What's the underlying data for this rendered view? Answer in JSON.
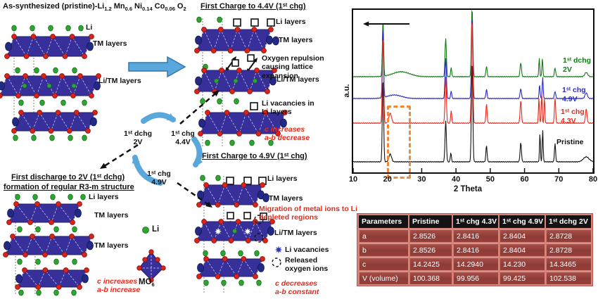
{
  "pristine_panel": {
    "title_prefix": "As-synthesized (pristine)-Li",
    "f1": "1.2",
    "e2": "Mn",
    "f2": "0.6",
    "e3": "Ni",
    "f3": "0.14",
    "e4": "Co",
    "f4": "0.06",
    "e5": "O",
    "f5": "2",
    "label_li": "Li",
    "label_tm": "TM layers",
    "label_litm": "Li/TM layers"
  },
  "charge44_panel": {
    "title": "First Charge to 4.4V (1ˢᵗ chg)",
    "label_li_layers": "Li layers",
    "label_tm": "TM layers",
    "oxygen_note": "Oxygen repulsion causing lattice expansion",
    "label_litm": "Li/TM layers",
    "vacancy_note": "Li vacancies in Li layers",
    "note_c": "c increases",
    "note_ab": "a-b decrease"
  },
  "discharge_panel": {
    "title_line1": "First discharge to 2V (1ˢᵗ dchg)",
    "title_line2": "formation of regular R3-m structure",
    "label_li_layers": "Li layers",
    "label_tm1": "TM layers",
    "label_tm2": "TM layers",
    "note_c": "c increases",
    "note_ab": "a-b increase",
    "legend_li": "Li",
    "legend_mo": "MO",
    "legend_mo_sub": "6"
  },
  "charge49_panel": {
    "title": "First Charge to 4.9V (1ˢᵗ chg)",
    "label_li_layers": "Li layers",
    "label_tm": "TM layers",
    "migration_note": "Migration of metal ions to Li depleted regions",
    "label_litm": "Li/TM layers",
    "legend_vacancies": "Li vacancies",
    "legend_released": "Released oxygen ions",
    "note_c": "c decreases",
    "note_ab": "a-b constant"
  },
  "cycle": {
    "dchg2_line1": "1ˢᵗ dchg",
    "dchg2_line2": "2V",
    "chg44_line1": "1ˢᵗ chg",
    "chg44_line2": "4.4V",
    "chg49_line1": "1ˢᵗ chg",
    "chg49_line2": "4.9V"
  },
  "chart_data": {
    "type": "line",
    "xlabel": "2 Theta",
    "ylabel": "a.u.",
    "xlim": [
      10,
      80
    ],
    "x_ticks": [
      10,
      20,
      30,
      40,
      50,
      60,
      70,
      80
    ],
    "grid": false,
    "legend_position": "right-inline",
    "scan_direction": "left-arrow",
    "highlight_region_2theta": [
      20.3,
      25.7
    ],
    "highlight_color": "#ef8a3a",
    "peaks_format": "[two_theta, relative_intensity, peak_width]",
    "series": [
      {
        "name": "1ˢᵗ dchg 2V",
        "label_line1": "1ˢᵗ dchg",
        "label_line2": "2V",
        "color": "#157a15",
        "peaks": [
          [
            18.7,
            80,
            0.25
          ],
          [
            24,
            7,
            3.5
          ],
          [
            37,
            55,
            0.28
          ],
          [
            38.6,
            13,
            0.22
          ],
          [
            44.7,
            98,
            0.28
          ],
          [
            48.9,
            15,
            0.25
          ],
          [
            58.9,
            20,
            0.28
          ],
          [
            64.3,
            26,
            0.2
          ],
          [
            65.2,
            26,
            0.2
          ],
          [
            68.9,
            12,
            0.28
          ],
          [
            78,
            6,
            0.6
          ]
        ]
      },
      {
        "name": "1ˢᵗ chg 4.9V",
        "label_line1": "1ˢᵗ chg",
        "label_line2": "4.9V",
        "color": "#2b2bc4",
        "peaks": [
          [
            18.7,
            100,
            0.25
          ],
          [
            22,
            5,
            3
          ],
          [
            37,
            58,
            0.28
          ],
          [
            38.6,
            11,
            0.22
          ],
          [
            44.7,
            118,
            0.28
          ],
          [
            48.9,
            13,
            0.25
          ],
          [
            58.9,
            14,
            0.28
          ],
          [
            64.4,
            20,
            0.2
          ],
          [
            65.3,
            30,
            0.2
          ],
          [
            68.9,
            10,
            0.28
          ],
          [
            78,
            8,
            0.5
          ]
        ]
      },
      {
        "name": "1ˢᵗ chg 4.3V",
        "label_line1": "1ˢᵗ chg",
        "label_line2": "4.3V",
        "color": "#e8291c",
        "peaks": [
          [
            18.7,
            125,
            0.27
          ],
          [
            20.8,
            14,
            0.55
          ],
          [
            37,
            66,
            0.28
          ],
          [
            38.6,
            18,
            0.22
          ],
          [
            44.7,
            150,
            0.28
          ],
          [
            48.9,
            27,
            0.25
          ],
          [
            58.9,
            32,
            0.28
          ],
          [
            64.2,
            36,
            0.19
          ],
          [
            65,
            42,
            0.19
          ],
          [
            65.8,
            36,
            0.19
          ],
          [
            68.9,
            36,
            0.24
          ],
          [
            78,
            20,
            0.32
          ]
        ]
      },
      {
        "name": "Pristine",
        "label_line1": "Pristine",
        "label_line2": "",
        "color": "#111111",
        "peaks": [
          [
            18.7,
            120,
            0.27
          ],
          [
            20.8,
            11,
            0.55
          ],
          [
            37,
            58,
            0.28
          ],
          [
            38.5,
            13,
            0.22
          ],
          [
            44.7,
            145,
            0.28
          ],
          [
            48.9,
            23,
            0.25
          ],
          [
            58.9,
            27,
            0.28
          ],
          [
            64.5,
            40,
            0.19
          ],
          [
            65.3,
            46,
            0.19
          ],
          [
            68.9,
            26,
            0.24
          ],
          [
            78,
            7,
            1.2
          ]
        ]
      }
    ]
  },
  "table": {
    "headers": [
      "Parameters",
      "Pristine",
      "1ˢᵗ chg 4.3V",
      "1ˢᵗ chg 4.9V",
      "1ˢᵗ dchg 2V"
    ],
    "rows": [
      [
        "a",
        "2.8526",
        "2.8416",
        "2.8404",
        "2.8728"
      ],
      [
        "b",
        "2.8526",
        "2.8416",
        "2.8404",
        "2.8728"
      ],
      [
        "c",
        "14.2425",
        "14.2940",
        "14.230",
        "14.3465"
      ],
      [
        "V (volume)",
        "100.368",
        "99.956",
        "99.425",
        "102.538"
      ]
    ]
  }
}
